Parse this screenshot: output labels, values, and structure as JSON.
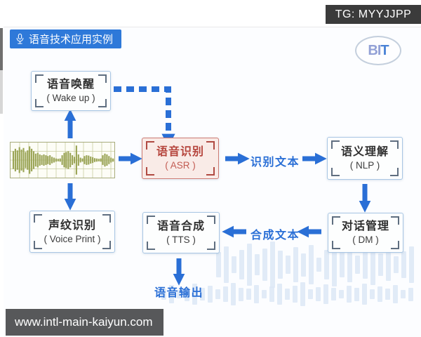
{
  "overlays": {
    "tg_badge": "TG: MYYJJPP",
    "site_badge": "www.intl-main-kaiyun.com"
  },
  "header": {
    "title": "语音技术应用实例"
  },
  "logo": {
    "letters": [
      "B",
      "I",
      "T"
    ]
  },
  "diagram": {
    "boxes": {
      "wake_up": {
        "title": "语音唤醒",
        "subtitle": "( Wake up )"
      },
      "asr": {
        "title": "语音识别",
        "subtitle": "( ASR )"
      },
      "nlp": {
        "title": "语义理解",
        "subtitle": "( NLP )"
      },
      "voice_print": {
        "title": "声纹识别",
        "subtitle": "( Voice Print )"
      },
      "tts": {
        "title": "语音合成",
        "subtitle": "( TTS )"
      },
      "dm": {
        "title": "对话管理",
        "subtitle": "( DM )"
      }
    },
    "labels": {
      "recognized_text": "识别文本",
      "synthesized_text": "合成文本",
      "speech_output": "语音输出"
    },
    "colors": {
      "arrow_blue": "#2a6fd6",
      "badge_blue": "#2e79d9",
      "box_border": "#a9c6e4",
      "bracket": "#5f6e80",
      "asr_border": "#cd7a72",
      "asr_bg": "#f9ebe7",
      "asr_text": "#b5443c",
      "asr_bracket": "#b04a42",
      "box_text": "#2f2f2f",
      "waveform": "#9aa455",
      "watermark": "#dce7f6"
    },
    "waveform_amplitudes": [
      0.55,
      0.7,
      0.6,
      0.8,
      0.65,
      0.75,
      0.5,
      0.6,
      0.85,
      0.7,
      0.55,
      0.4,
      0.45,
      0.35,
      0.3,
      0.35,
      0.3,
      0.25,
      0.3,
      0.2,
      0.15,
      0.1,
      0.08,
      0.1,
      0.3,
      0.45,
      0.5,
      0.55,
      0.45,
      0.3,
      0.2,
      0.9,
      0.35,
      0.15,
      0.1,
      0.25,
      0.3,
      0.28,
      0.22,
      0.18,
      0.12,
      0.1,
      0.08,
      0.1,
      0.3,
      0.4,
      0.35,
      0.25,
      0.15,
      0.1
    ],
    "watermark_bars": {
      "strip1": [
        55,
        80,
        35,
        65,
        90,
        45,
        70,
        100,
        60,
        40,
        75,
        50,
        85,
        30,
        65,
        95,
        55,
        75,
        40,
        60,
        88,
        48,
        70,
        35,
        58,
        80
      ],
      "strip2": [
        40,
        70,
        30,
        55,
        80,
        45,
        65,
        35,
        60,
        85,
        50,
        40,
        70,
        30,
        58,
        78,
        42,
        62,
        90,
        38,
        55,
        75,
        45,
        30,
        65,
        50,
        80,
        36,
        60,
        44,
        70,
        34,
        50
      ]
    }
  }
}
